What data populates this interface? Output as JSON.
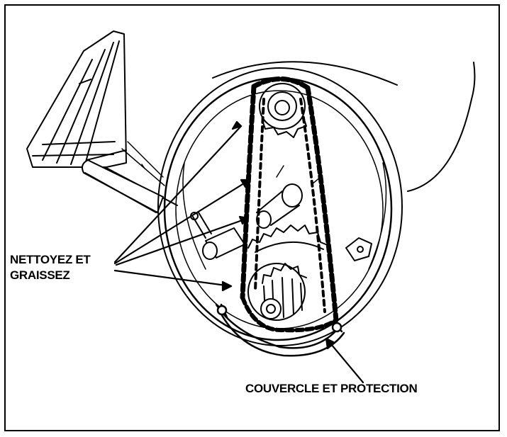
{
  "labels": {
    "clean_line1": "NETTOYEZ ET",
    "clean_line2": "GRAISSEZ",
    "cover": "COUVERCLE ET PROTECTION"
  },
  "colors": {
    "ink": "#000000",
    "paper": "#ffffff"
  }
}
